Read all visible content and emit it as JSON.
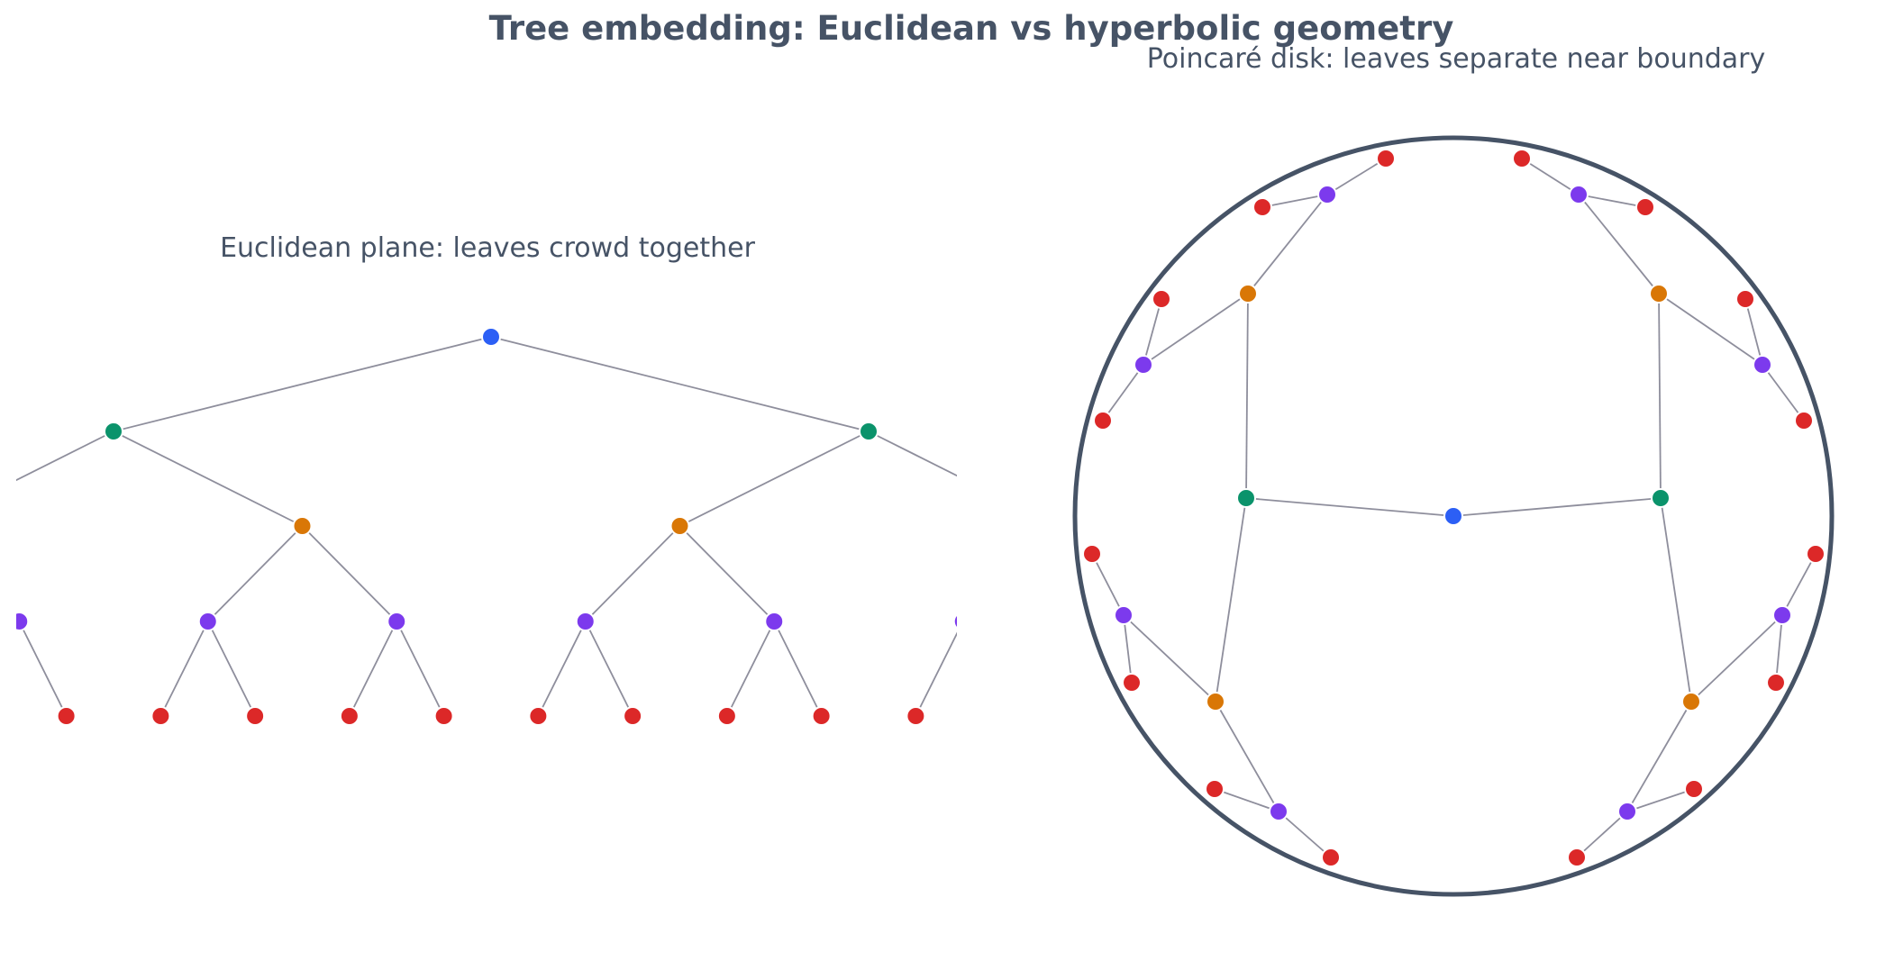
{
  "title": "Tree embedding: Euclidean vs hyperbolic geometry",
  "panels": {
    "euclidean": {
      "subtitle": "Euclidean plane: leaves crowd together"
    },
    "poincare": {
      "subtitle": "Poincaré disk: leaves separate near boundary"
    }
  },
  "colors": {
    "depth0": "#2c5ff5",
    "depth1": "#0b936b",
    "depth2": "#d97706",
    "depth3": "#7c3aed",
    "depth4": "#dc2828",
    "edge": "#8e8e9c",
    "disk": "#465366",
    "text": "#465366"
  }
}
